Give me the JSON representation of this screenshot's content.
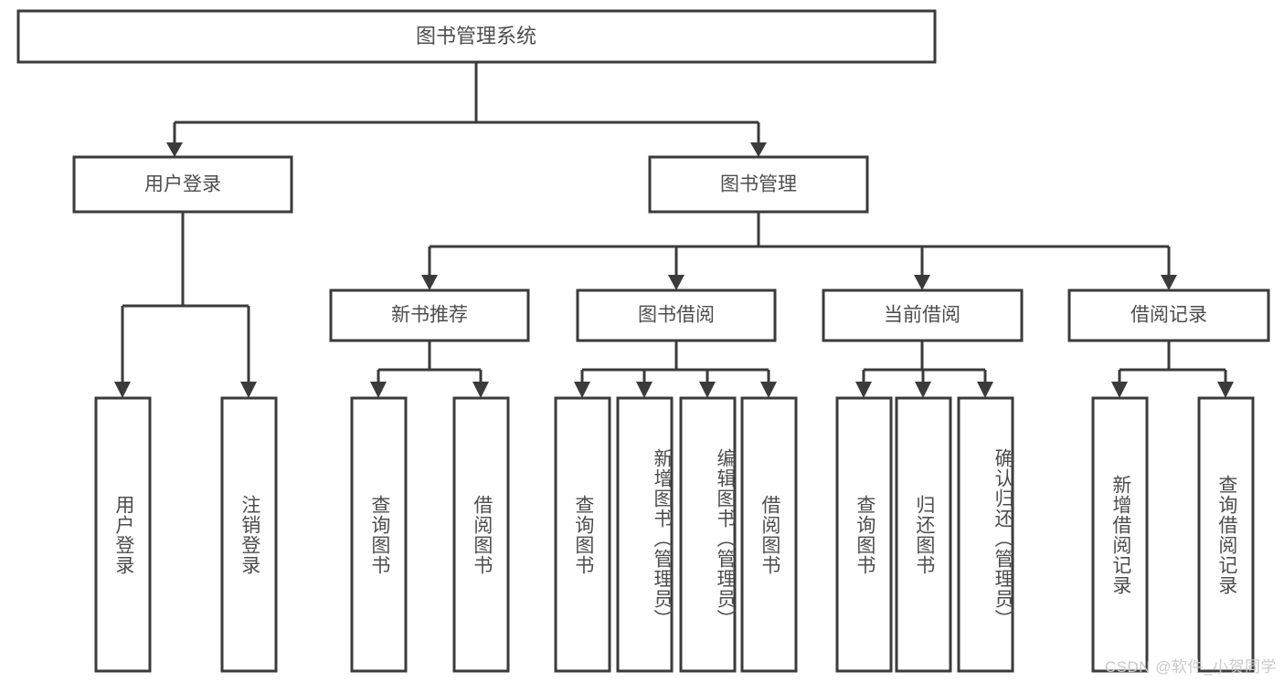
{
  "diagram": {
    "type": "hierarchy-tree",
    "title": "图书管理系统",
    "orientation": "top-down",
    "levels": 4,
    "line_color": "#3b3b3b",
    "text_color": "#4d4d4d",
    "background_color": "#ffffff"
  },
  "root": {
    "label": "图书管理系统"
  },
  "level2": [
    {
      "id": "user-login",
      "label": "用户登录"
    },
    {
      "id": "book-management",
      "label": "图书管理"
    }
  ],
  "level3": [
    {
      "id": "new-book-recommend",
      "label": "新书推荐",
      "parent": "book-management"
    },
    {
      "id": "book-borrow",
      "label": "图书借阅",
      "parent": "book-management"
    },
    {
      "id": "current-borrow",
      "label": "当前借阅",
      "parent": "book-management"
    },
    {
      "id": "borrow-record",
      "label": "借阅记录",
      "parent": "book-management"
    }
  ],
  "leaves": {
    "user_login": [
      {
        "id": "leaf-user-login",
        "label": "用户登录"
      },
      {
        "id": "leaf-logout-login",
        "label": "注销登录"
      }
    ],
    "new_book_recommend": [
      {
        "id": "leaf-query-book-1",
        "label": "查询图书"
      },
      {
        "id": "leaf-borrow-book-1",
        "label": "借阅图书"
      }
    ],
    "book_borrow": [
      {
        "id": "leaf-query-book-2",
        "label": "查询图书"
      },
      {
        "id": "leaf-add-book",
        "label": "新增图书（管理员）"
      },
      {
        "id": "leaf-edit-book",
        "label": "编辑图书（管理员）"
      },
      {
        "id": "leaf-borrow-book-2",
        "label": "借阅图书"
      }
    ],
    "current_borrow": [
      {
        "id": "leaf-query-book-3",
        "label": "查询图书"
      },
      {
        "id": "leaf-return-book",
        "label": "归还图书"
      },
      {
        "id": "leaf-confirm-return",
        "label": "确认归还（管理员）"
      }
    ],
    "borrow_record": [
      {
        "id": "leaf-add-record",
        "label": "新增借阅记录"
      },
      {
        "id": "leaf-query-record",
        "label": "查询借阅记录"
      }
    ]
  },
  "watermark": {
    "text": "CSDN @软件_小贺同学"
  }
}
